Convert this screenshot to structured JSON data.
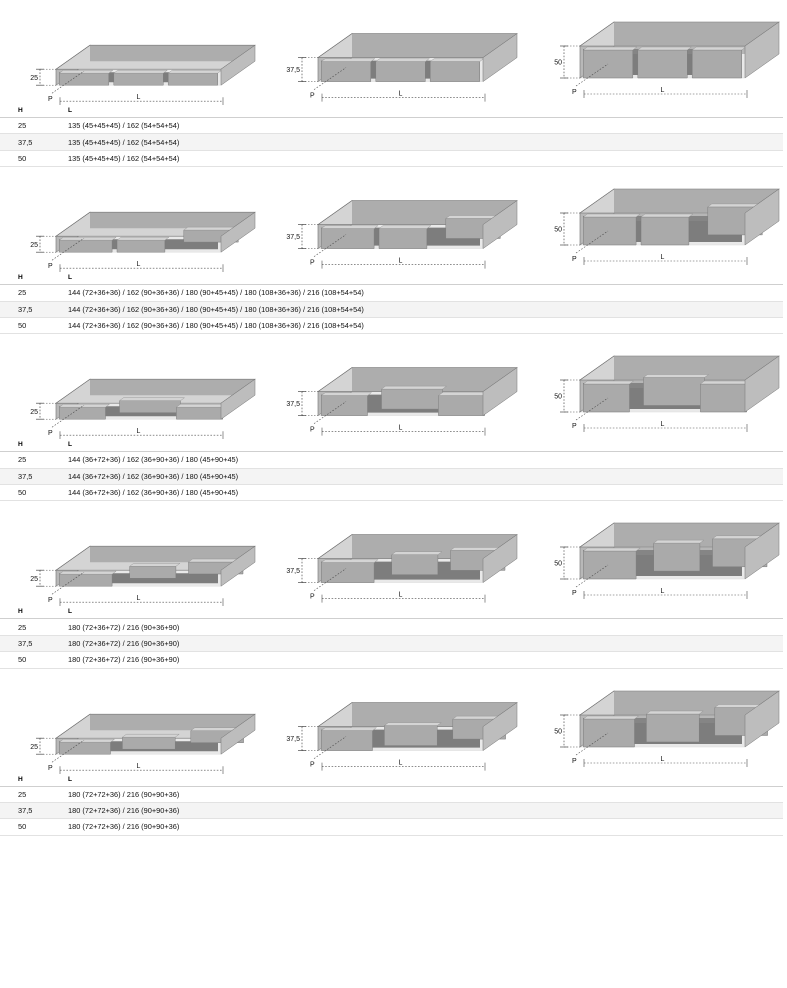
{
  "page": {
    "type": "product-specification-sheet",
    "background": "#ffffff",
    "dimension_label_depth": "P",
    "dimension_label_length": "L"
  },
  "table_headers": {
    "height": "H",
    "length": "L"
  },
  "heights": [
    "25",
    "37,5",
    "50"
  ],
  "blocks": [
    {
      "id": "config-1",
      "drawings": [
        {
          "height_label": "25",
          "depth_label": "P",
          "length_label": "L",
          "variant": "closed-3-drawer"
        },
        {
          "height_label": "37,5",
          "depth_label": "P",
          "length_label": "L",
          "variant": "closed-3-drawer"
        },
        {
          "height_label": "50",
          "depth_label": "P",
          "length_label": "L",
          "variant": "closed-3-drawer"
        }
      ],
      "rows": [
        {
          "h": "25",
          "l": "135 (45+45+45) / 162 (54+54+54)"
        },
        {
          "h": "37,5",
          "l": "135 (45+45+45) / 162 (54+54+54)"
        },
        {
          "h": "50",
          "l": "135 (45+45+45) / 162 (54+54+54)"
        }
      ]
    },
    {
      "id": "config-2",
      "drawings": [
        {
          "height_label": "25",
          "depth_label": "P",
          "length_label": "L",
          "variant": "open-right-panel"
        },
        {
          "height_label": "37,5",
          "depth_label": "P",
          "length_label": "L",
          "variant": "open-right-panel"
        },
        {
          "height_label": "50",
          "depth_label": "P",
          "length_label": "L",
          "variant": "open-right-panel"
        }
      ],
      "rows": [
        {
          "h": "25",
          "l": "144 (72+36+36) / 162 (90+36+36) / 180 (90+45+45) / 180 (108+36+36) / 216 (108+54+54)"
        },
        {
          "h": "37,5",
          "l": "144 (72+36+36) / 162 (90+36+36) / 180 (90+45+45) / 180 (108+36+36) / 216 (108+54+54)"
        },
        {
          "h": "50",
          "l": "144 (72+36+36) / 162 (90+36+36) / 180 (90+45+45) / 180 (108+36+36) / 216 (108+54+54)"
        }
      ]
    },
    {
      "id": "config-3",
      "drawings": [
        {
          "height_label": "25",
          "depth_label": "P",
          "length_label": "L",
          "variant": "open-mid-panel"
        },
        {
          "height_label": "37,5",
          "depth_label": "P",
          "length_label": "L",
          "variant": "open-mid-panel"
        },
        {
          "height_label": "50",
          "depth_label": "P",
          "length_label": "L",
          "variant": "open-mid-panel"
        }
      ],
      "rows": [
        {
          "h": "25",
          "l": "144 (36+72+36) / 162 (36+90+36) / 180 (45+90+45)"
        },
        {
          "h": "37,5",
          "l": "144 (36+72+36) / 162 (36+90+36) / 180 (45+90+45)"
        },
        {
          "h": "50",
          "l": "144 (36+72+36) / 162 (36+90+36) / 180 (45+90+45)"
        }
      ]
    },
    {
      "id": "config-4",
      "drawings": [
        {
          "height_label": "25",
          "depth_label": "P",
          "length_label": "L",
          "variant": "open-two-panel"
        },
        {
          "height_label": "37,5",
          "depth_label": "P",
          "length_label": "L",
          "variant": "open-two-panel"
        },
        {
          "height_label": "50",
          "depth_label": "P",
          "length_label": "L",
          "variant": "open-two-panel"
        }
      ],
      "rows": [
        {
          "h": "25",
          "l": "180 (72+36+72) / 216 (90+36+90)"
        },
        {
          "h": "37,5",
          "l": "180 (72+36+72) / 216 (90+36+90)"
        },
        {
          "h": "50",
          "l": "180 (72+36+72) / 216 (90+36+90)"
        }
      ]
    },
    {
      "id": "config-5",
      "drawings": [
        {
          "height_label": "25",
          "depth_label": "P",
          "length_label": "L",
          "variant": "open-right-wide"
        },
        {
          "height_label": "37,5",
          "depth_label": "P",
          "length_label": "L",
          "variant": "open-right-wide"
        },
        {
          "height_label": "50",
          "depth_label": "P",
          "length_label": "L",
          "variant": "open-right-wide"
        }
      ],
      "rows": [
        {
          "h": "25",
          "l": "180 (72+72+36) / 216 (90+90+36)"
        },
        {
          "h": "37,5",
          "l": "180 (72+72+36) / 216 (90+90+36)"
        },
        {
          "h": "50",
          "l": "180 (72+72+36) / 216 (90+90+36)"
        }
      ]
    }
  ],
  "colors": {
    "top_face": "#d4d4d4",
    "front_face": "#aaaaaa",
    "side_face": "#bdbdbd",
    "dark_face": "#8c8c8c",
    "inner_shadow": "#6f6f6f",
    "dim_line": "#4a4a4a",
    "row_alt": "#f4f4f4",
    "row_plain": "#ffffff"
  }
}
